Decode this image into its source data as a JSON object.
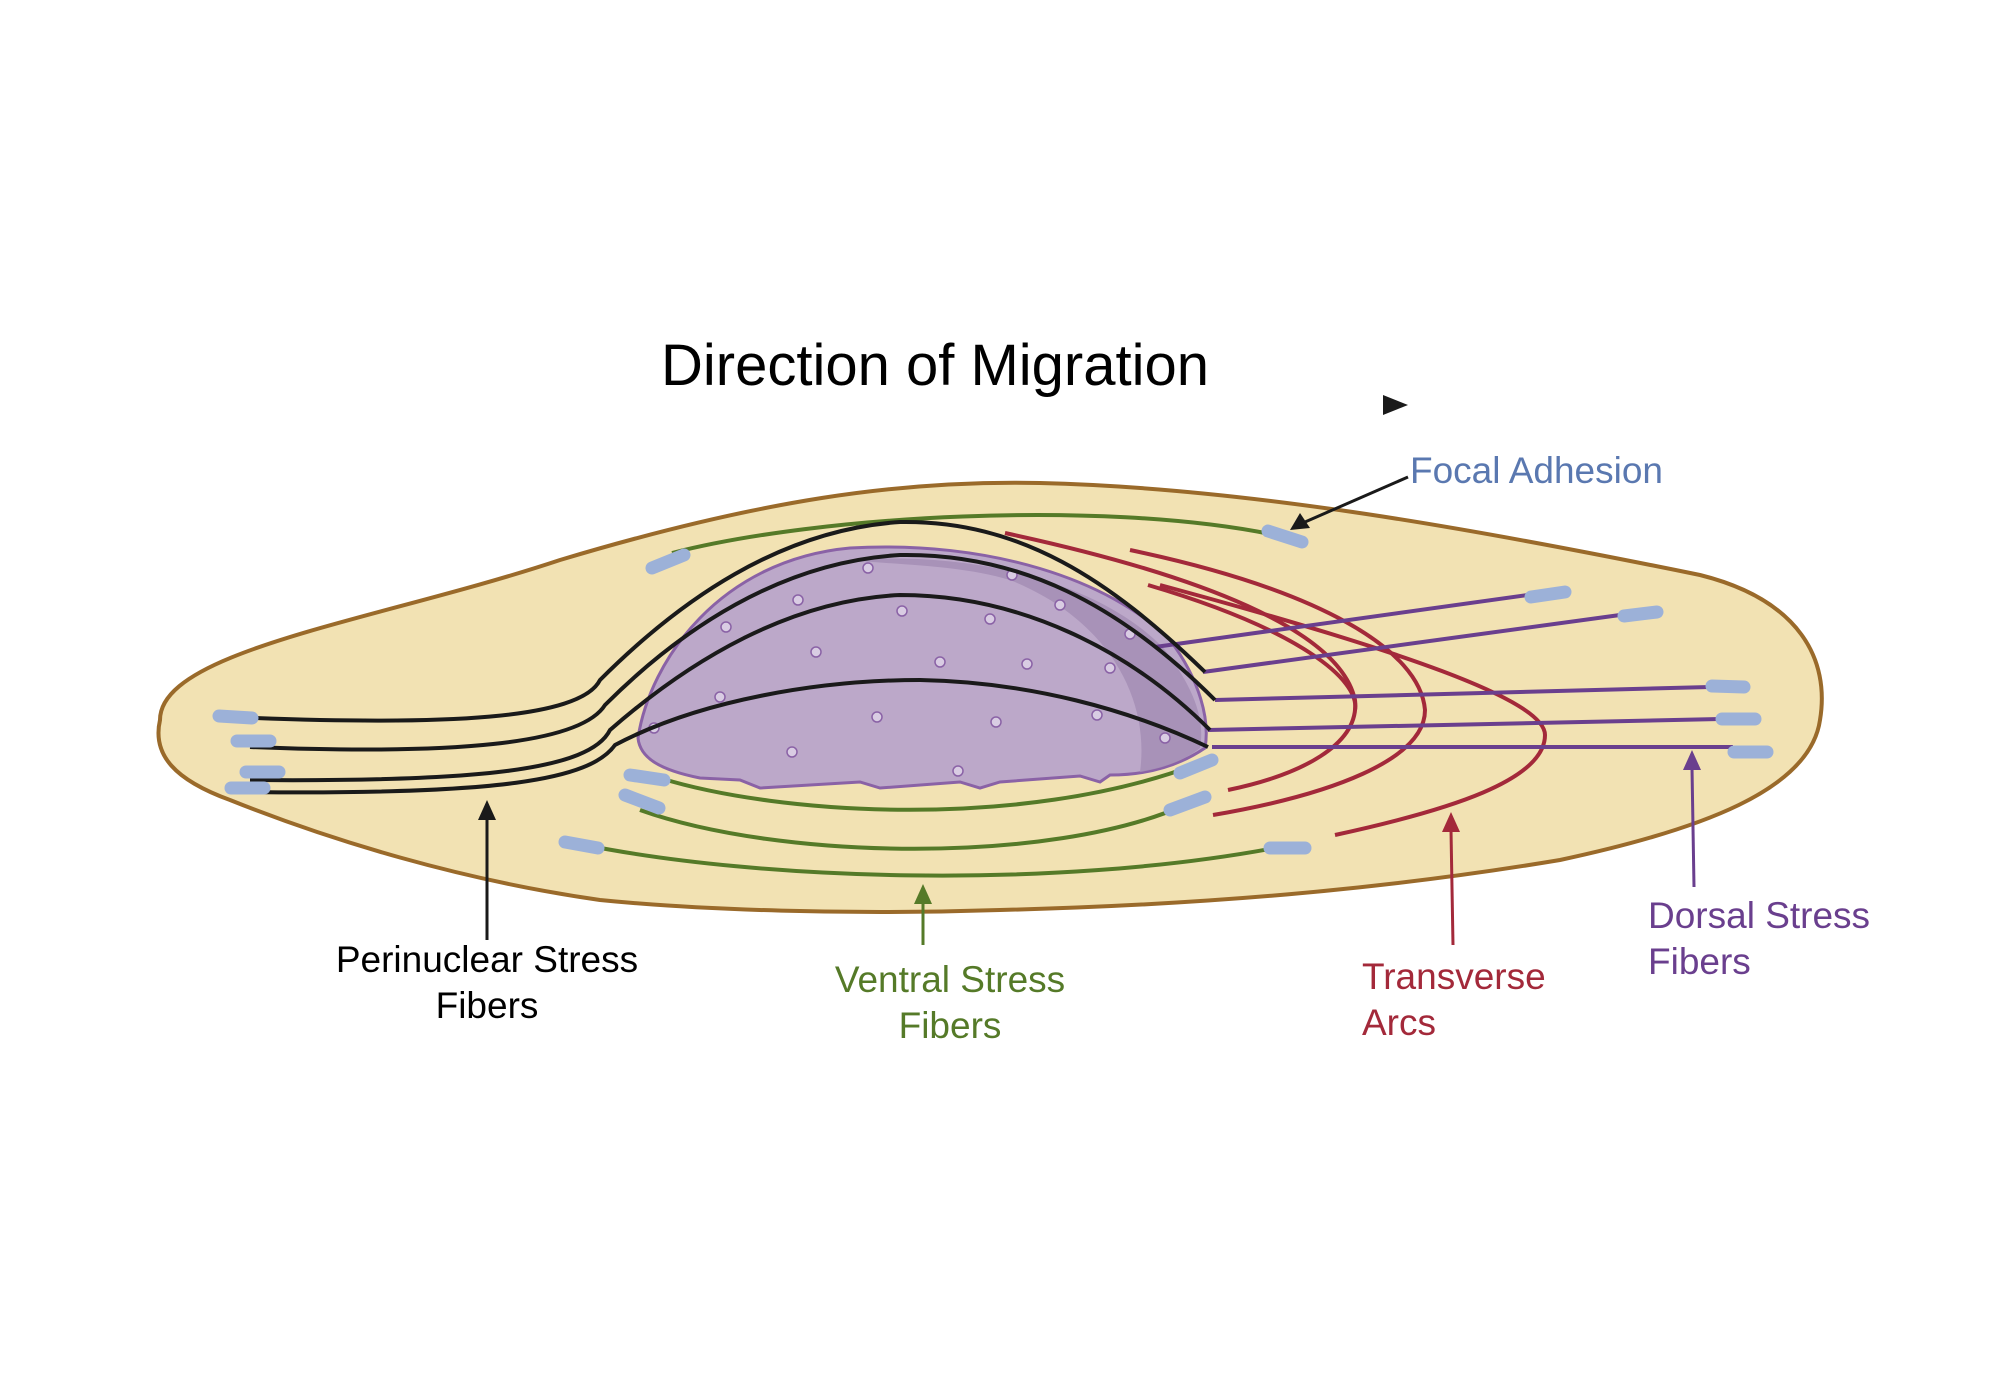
{
  "title": "Direction of Migration",
  "labels": {
    "focal_adhesion": "Focal Adhesion",
    "perinuclear_line1": "Perinuclear Stress",
    "perinuclear_line2": "Fibers",
    "ventral_line1": "Ventral Stress",
    "ventral_line2": "Fibers",
    "transverse_line1": "Transverse",
    "transverse_line2": "Arcs",
    "dorsal_line1": "Dorsal Stress",
    "dorsal_line2": "Fibers"
  },
  "colors": {
    "cell_fill": "#f2e2b3",
    "cell_outline": "#9a6a2a",
    "nucleus_fill": "#bca8c9",
    "nucleus_outline": "#8a62a6",
    "focal_adhesion": "#9cb1d8",
    "perinuclear": "#1a1a1a",
    "ventral": "#557a28",
    "transverse": "#a3293a",
    "dorsal": "#6a3f8e",
    "focal_label": "#5a78b0"
  }
}
